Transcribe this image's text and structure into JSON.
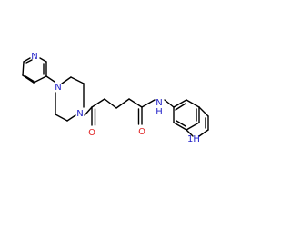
{
  "structure": {
    "atom_labels": {
      "pyridine_n": "N",
      "piperazine_n_top": "N",
      "piperazine_n_bottom": "N",
      "carbonyl_o_left": "O",
      "carbonyl_o_right": "O",
      "amide_nh": "N",
      "amide_h": "H",
      "indole_nh": "1H"
    },
    "colors": {
      "bond": "#000000",
      "nitrogen": "#1f1fc8",
      "oxygen": "#e02020"
    }
  }
}
